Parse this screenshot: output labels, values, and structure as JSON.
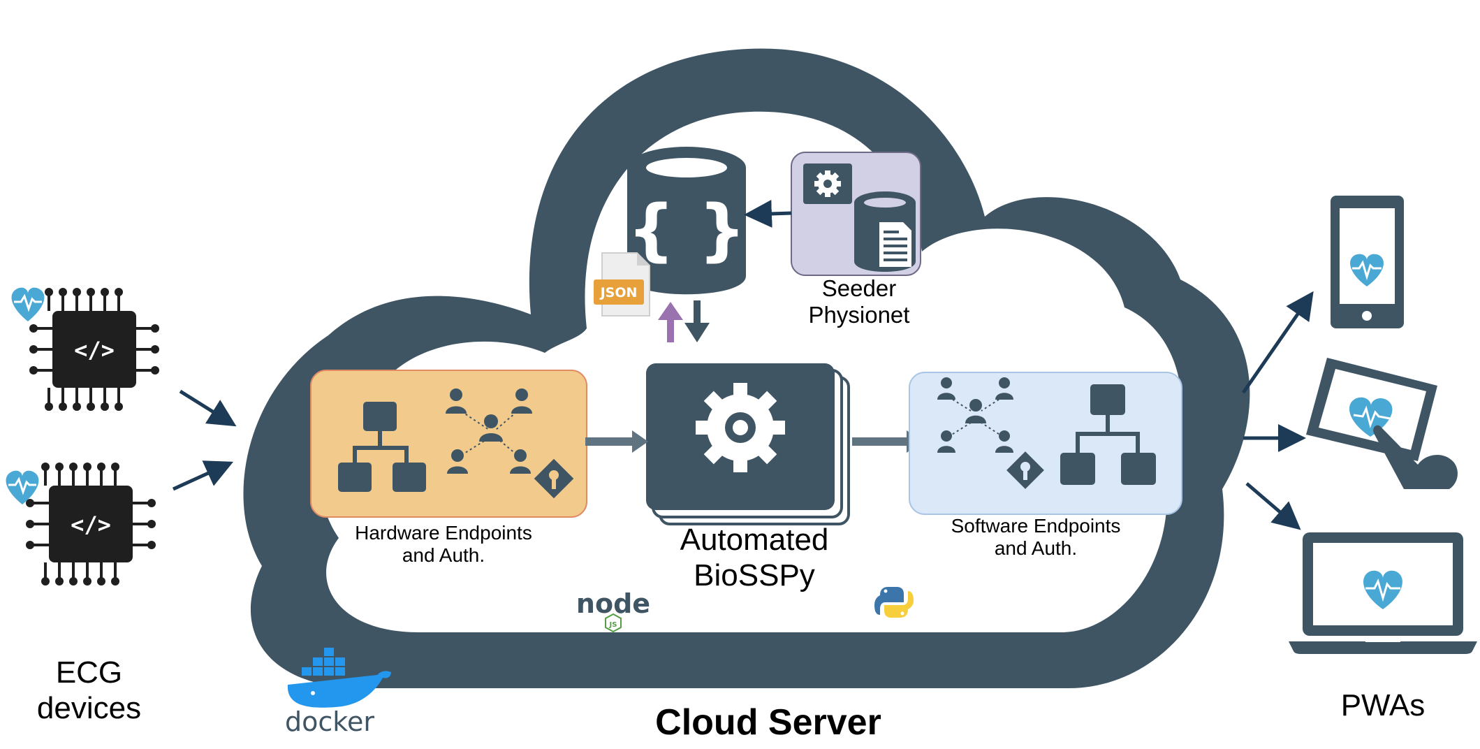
{
  "labels": {
    "ecg": [
      "ECG",
      "devices"
    ],
    "pwas": "PWAs",
    "cloud_server": "Cloud Server",
    "seeder": [
      "Seeder",
      "Physionet"
    ],
    "hardware": [
      "Hardware Endpoints",
      "and Auth."
    ],
    "software": [
      "Software Endpoints",
      "and Auth."
    ],
    "automated": [
      "Automated",
      "BioSSPy"
    ],
    "json_file": "JSON",
    "db_symbol": "{ }",
    "node_logo": "node",
    "node_js_badge": "JS",
    "docker_logo": "docker",
    "code_symbol": "</>"
  },
  "colors": {
    "cloud": "#3f5564",
    "dark_icon": "#3f5564",
    "hardware_box": "#f2cb8c",
    "hardware_border": "#e08b63",
    "software_box": "#dbe8f8",
    "software_border": "#a9c5e6",
    "seeder_box": "#d2d0e5",
    "seeder_border": "#6c6a86",
    "heart": "#4aa8d5",
    "json_tag": "#e8a13a",
    "upload_arrow": "#9b72b0",
    "docker": "#2396ed",
    "node": "#539e43",
    "python_blue": "#3b75a9",
    "python_yellow": "#f7cf3d"
  }
}
